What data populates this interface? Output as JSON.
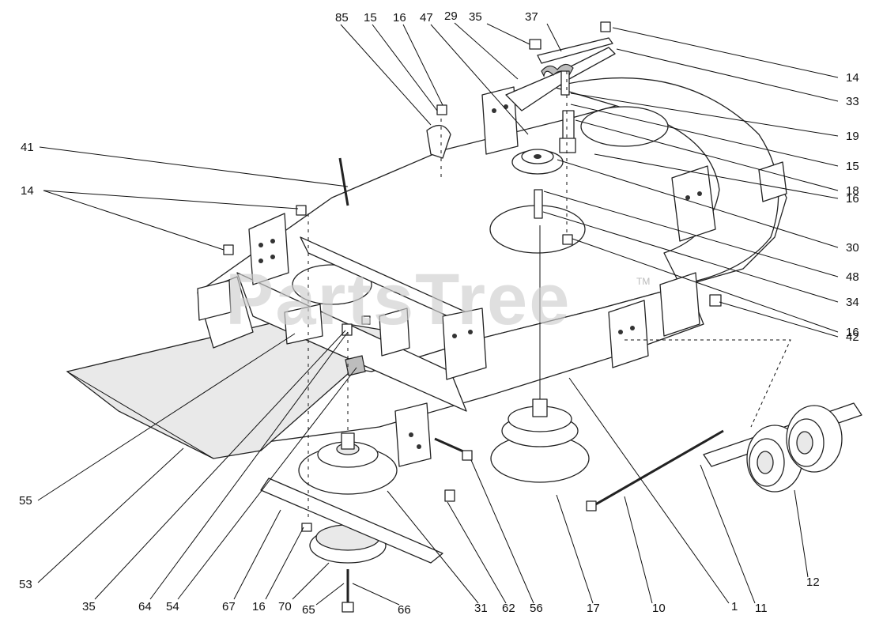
{
  "watermark": {
    "text": "PartsTree",
    "mark": "TM"
  },
  "callouts": [
    "85",
    "15",
    "16",
    "47",
    "29",
    "35",
    "37",
    "14",
    "33",
    "19",
    "15",
    "18",
    "16",
    "30",
    "48",
    "34",
    "16",
    "42",
    "41",
    "14",
    "55",
    "53",
    "35",
    "64",
    "54",
    "67",
    "16",
    "70",
    "65",
    "66",
    "31",
    "62",
    "56",
    "17",
    "10",
    "1",
    "11",
    "12"
  ]
}
